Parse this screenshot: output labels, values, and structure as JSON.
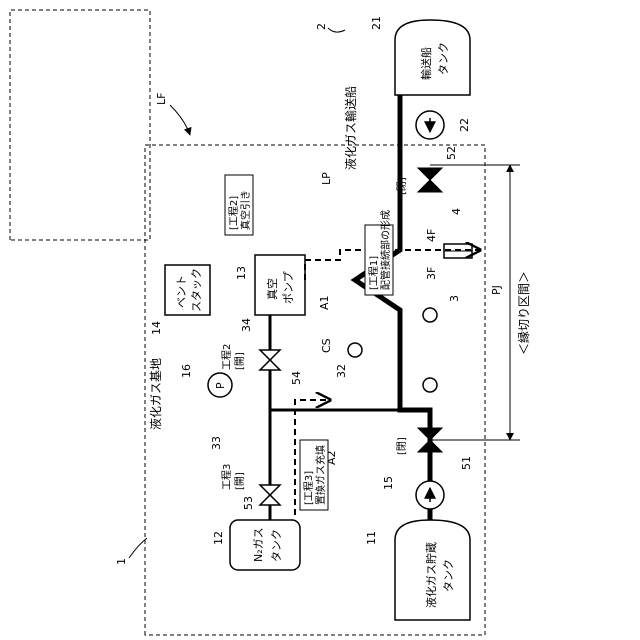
{
  "figure": {
    "title": "",
    "system_label": "LF",
    "zones": {
      "base": {
        "ref": "1",
        "name": "液化ガス基地"
      },
      "ship": {
        "ref": "2",
        "name": "液化ガス輸送船"
      }
    },
    "components": {
      "storage_tank": {
        "ref": "11",
        "line1": "液化ガス貯蔵",
        "line2": "タンク"
      },
      "n2_tank": {
        "ref": "12",
        "line1": "N₂ガス",
        "line2": "タンク"
      },
      "vacuum_pump": {
        "ref": "13",
        "line1": "真空",
        "line2": "ポンプ"
      },
      "vent_stack": {
        "ref": "14",
        "line1": "ベント",
        "line2": "スタック"
      },
      "pump_base": {
        "ref": "15"
      },
      "pressure_gauge": {
        "ref": "16",
        "symbol": "P"
      },
      "ship_tank": {
        "ref": "21",
        "line1": "輸送船",
        "line2": "タンク"
      },
      "pump_ship": {
        "ref": "22"
      }
    },
    "pipes": {
      "p3": "3",
      "p3f": "3F",
      "p4": "4",
      "p4f": "4F",
      "p32": "32",
      "p33": "33",
      "p34": "34"
    },
    "valves": {
      "v51": {
        "ref": "51",
        "state": "[閉]"
      },
      "v52": {
        "ref": "52",
        "state": "[閉]"
      },
      "v53": {
        "ref": "53",
        "step": "工程3",
        "state": "[開]"
      },
      "v54": {
        "ref": "54",
        "step": "工程2",
        "state": "[開]"
      }
    },
    "process_steps": {
      "step1": {
        "title": "[工程1]",
        "text": "配管接続部の形成"
      },
      "step2": {
        "title": "[工程2]",
        "text": "真空引き"
      },
      "step3": {
        "title": "[工程3]",
        "text": "置換ガス充填"
      }
    },
    "arrows": {
      "a1": "A1",
      "a2": "A2"
    },
    "misc": {
      "cs": "CS",
      "lp": "LP",
      "pj": "PJ",
      "section": "＜縁切り区間＞"
    }
  }
}
